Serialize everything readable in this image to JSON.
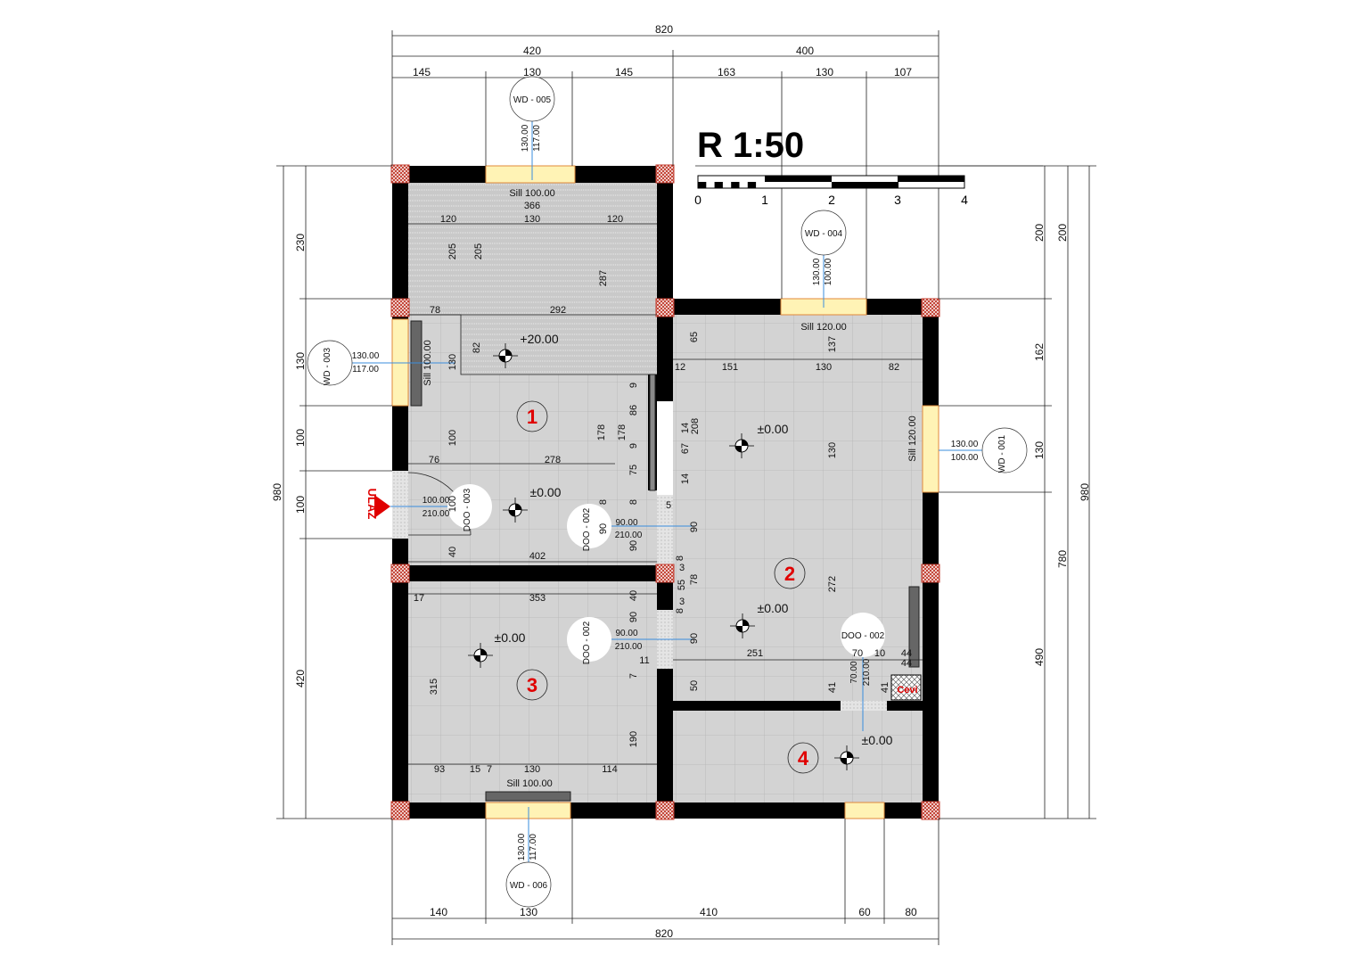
{
  "plan": {
    "scale_title": "R 1:50",
    "scale_bar_labels": [
      "0",
      "1",
      "2",
      "3",
      "4"
    ],
    "entrance_label": "ULAZ",
    "overall_dims": {
      "top": [
        "820",
        "420",
        "400",
        "145",
        "130",
        "145",
        "163",
        "130",
        "107"
      ],
      "bottom": [
        "140",
        "130",
        "410",
        "60",
        "80",
        "820"
      ],
      "left": [
        "980",
        "230",
        "130",
        "100",
        "100",
        "420"
      ],
      "right": [
        "200",
        "200",
        "162",
        "130",
        "490",
        "780",
        "980"
      ]
    },
    "rooms": [
      {
        "number": "1",
        "level": "±0.00"
      },
      {
        "number": "2",
        "level": "±0.00"
      },
      {
        "number": "3",
        "level": "±0.00"
      },
      {
        "number": "4",
        "level": "±0.00"
      }
    ],
    "raised_level": "+20.00",
    "room2_level_upper": "±0.00",
    "shaft_label": "Cevi",
    "window_tags": [
      {
        "id": "WD - 005",
        "h": "130.00",
        "s": "117.00"
      },
      {
        "id": "WD - 004",
        "h": "130.00",
        "s": "100.00"
      },
      {
        "id": "WD - 003",
        "h": "130.00",
        "s": "117.00"
      },
      {
        "id": "WD - 001",
        "h": "130.00",
        "s": "100.00"
      },
      {
        "id": "WD - 006",
        "h": "130.00",
        "s": "117.00"
      }
    ],
    "door_tags": [
      {
        "id": "DOO - 003",
        "w": "100.00",
        "h": "210.00"
      },
      {
        "id": "DOO - 002",
        "w": "90.00",
        "h": "210.00"
      },
      {
        "id": "DOO - 002",
        "w": "90.00",
        "h": "210.00"
      },
      {
        "id": "DOO - 002",
        "w": "70.00",
        "h": "210.00"
      }
    ],
    "interior_dims": [
      "Sill 100.00",
      "366",
      "120",
      "130",
      "120",
      "205",
      "205",
      "287",
      "78",
      "292",
      "82",
      "130",
      "Sill 100.00",
      "100",
      "76",
      "278",
      "178",
      "178",
      "86",
      "9",
      "9",
      "75",
      "8",
      "8",
      "100",
      "90",
      "90",
      "40",
      "402",
      "5",
      "Sill 120.00",
      "65",
      "137",
      "12",
      "151",
      "130",
      "82",
      "14",
      "208",
      "67",
      "14",
      "130",
      "Sill 120.00",
      "90",
      "8",
      "3",
      "55",
      "78",
      "3",
      "8",
      "272",
      "90",
      "251",
      "70",
      "10",
      "44",
      "44",
      "41",
      "41",
      "50",
      "17",
      "353",
      "40",
      "90",
      "11",
      "7",
      "315",
      "190",
      "93",
      "15",
      "7",
      "130",
      "114",
      "Sill 100.00"
    ]
  }
}
